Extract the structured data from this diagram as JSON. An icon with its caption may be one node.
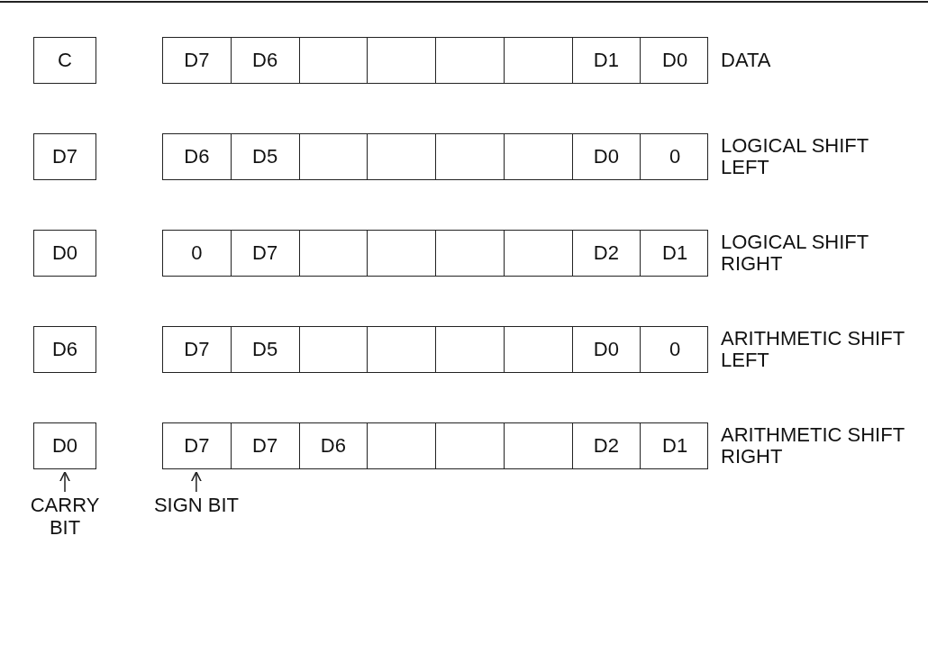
{
  "diagram": {
    "nodes": [
      {
        "text": [
          "C"
        ]
      },
      {
        "text": [],
        "shape": "box",
        "beside": [
          "DATA"
        ]
      },
      {
        "text": [
          "D7"
        ],
        "in": 1
      },
      {
        "text": [
          "D6"
        ],
        "in": 1
      },
      {
        "text": [],
        "shape": "box",
        "in": 1
      },
      {
        "text": [],
        "shape": "box",
        "in": 1
      },
      {
        "text": [],
        "shape": "box",
        "in": 1
      },
      {
        "text": [],
        "shape": "box",
        "in": 1
      },
      {
        "text": [
          "D1"
        ],
        "in": 1
      },
      {
        "text": [
          "D0"
        ],
        "in": 1
      },
      {
        "text": [
          "D7"
        ]
      },
      {
        "text": [],
        "shape": "box",
        "beside": [
          "LOGICAL SHIFT LEFT"
        ]
      },
      {
        "text": [
          "D6"
        ],
        "in": 11
      },
      {
        "text": [
          "D5"
        ],
        "in": 11
      },
      {
        "text": [],
        "shape": "box",
        "in": 11
      },
      {
        "text": [],
        "shape": "box",
        "in": 11
      },
      {
        "text": [],
        "shape": "box",
        "in": 11
      },
      {
        "text": [],
        "shape": "box",
        "in": 11
      },
      {
        "text": [
          "D0"
        ],
        "in": 11
      },
      {
        "text": [
          "0"
        ],
        "in": 11
      },
      {
        "text": [
          "D0"
        ]
      },
      {
        "text": [],
        "shape": "box",
        "beside": [
          "LOGICAL SHIFT RIGHT"
        ]
      },
      {
        "text": [
          "0"
        ],
        "in": 21
      },
      {
        "text": [
          "D7"
        ],
        "in": 21
      },
      {
        "text": [],
        "shape": "box",
        "in": 21
      },
      {
        "text": [],
        "shape": "box",
        "in": 21
      },
      {
        "text": [],
        "shape": "box",
        "in": 21
      },
      {
        "text": [],
        "shape": "box",
        "in": 21
      },
      {
        "text": [
          "D2"
        ],
        "in": 21
      },
      {
        "text": [
          "D1"
        ],
        "in": 21
      },
      {
        "text": [
          "D6"
        ]
      },
      {
        "text": [],
        "shape": "box",
        "beside": [
          "ARITHMETIC SHIFT LEFT"
        ]
      },
      {
        "text": [
          "D7"
        ],
        "in": 31
      },
      {
        "text": [
          "D5"
        ],
        "in": 31
      },
      {
        "text": [],
        "shape": "box",
        "in": 31
      },
      {
        "text": [],
        "shape": "box",
        "in": 31
      },
      {
        "text": [],
        "shape": "box",
        "in": 31
      },
      {
        "text": [],
        "shape": "box",
        "in": 31
      },
      {
        "text": [
          "D0"
        ],
        "in": 31
      },
      {
        "text": [
          "0"
        ],
        "in": 31
      },
      {
        "text": [
          "D0"
        ]
      },
      {
        "text": [],
        "shape": "box",
        "beside": [
          "ARITHMETIC SHIFT RIGHT"
        ]
      },
      {
        "text": [
          "D7"
        ],
        "in": 41
      },
      {
        "text": [
          "D7"
        ],
        "in": 41
      },
      {
        "text": [
          "D6"
        ],
        "in": 41
      },
      {
        "text": [],
        "shape": "box",
        "in": 41
      },
      {
        "text": [],
        "shape": "box",
        "in": 41
      },
      {
        "text": [],
        "shape": "box",
        "in": 41
      },
      {
        "text": [
          "D2"
        ],
        "in": 41
      },
      {
        "text": [
          "D1"
        ],
        "in": 41
      },
      {
        "text": [
          "CARRY BIT"
        ]
      },
      {
        "text": [
          "SIGN BIT"
        ]
      }
    ],
    "edges": [
      {
        "from": 50,
        "to": 40,
        "arrow": "to"
      },
      {
        "from": 51,
        "to": 42,
        "arrow": "to"
      }
    ]
  }
}
